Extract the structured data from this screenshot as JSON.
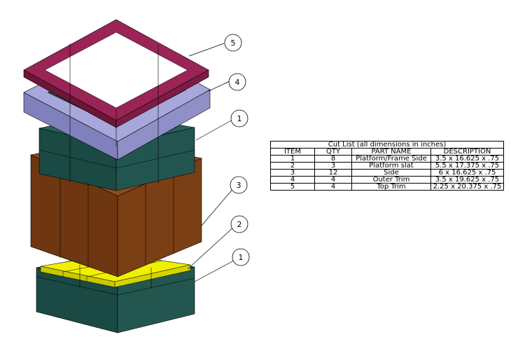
{
  "cut_list": {
    "title": "Cut List (all dimensions in inches)",
    "headers": [
      "ITEM",
      "QTY",
      "PART NAME",
      "DESCRIPTION"
    ],
    "rows": [
      {
        "item": "1",
        "qty": "8",
        "part": "Platform/Frame Side",
        "desc": "3.5 x 16.625 x .75"
      },
      {
        "item": "2",
        "qty": "3",
        "part": "Platform slat",
        "desc": "5.5 x 17.375 x .75"
      },
      {
        "item": "3",
        "qty": "12",
        "part": "Side",
        "desc": "6 x 16.625 x .75"
      },
      {
        "item": "4",
        "qty": "4",
        "part": "Outer Trim",
        "desc": "3.5 x 19.625 x .75"
      },
      {
        "item": "5",
        "qty": "4",
        "part": "Top Trim",
        "desc": "2.25 x 20.375 x .75"
      }
    ]
  },
  "balloons": [
    "5",
    "4",
    "1",
    "3",
    "2",
    "1"
  ],
  "colors": {
    "top_trim": "#8a1c46",
    "outer_trim": "#8f8fc6",
    "frame": "#1e4e48",
    "side": "#7a3d12",
    "slat": "#e6e600"
  }
}
